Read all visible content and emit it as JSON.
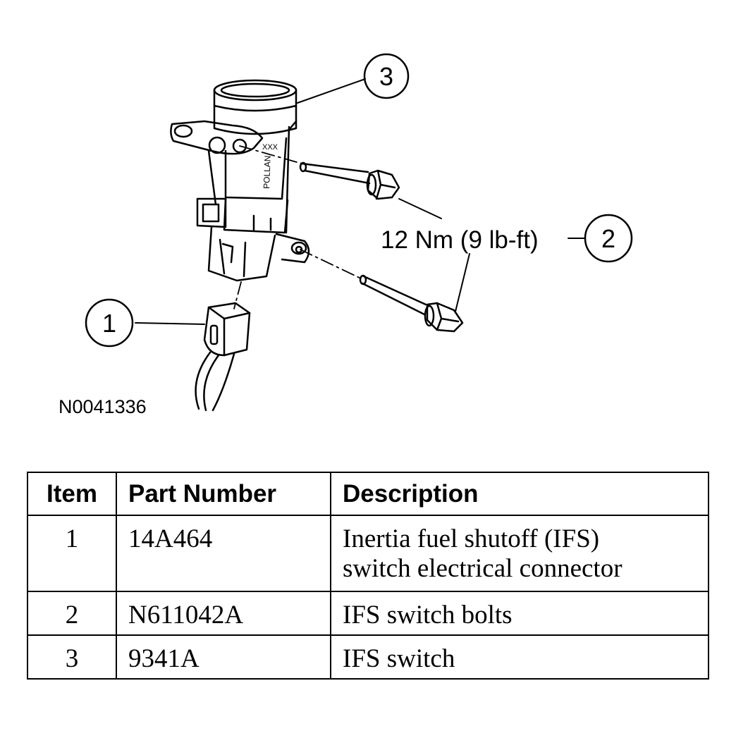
{
  "figure": {
    "callouts": {
      "one": "1",
      "two": "2",
      "three": "3"
    },
    "torque_label": "12 Nm (9 lb-ft)",
    "figure_id": "N0041336",
    "part_marking_1": "XXX",
    "part_marking_2": "POLLAN"
  },
  "table": {
    "headers": {
      "item": "Item",
      "part_number": "Part Number",
      "description": "Description"
    },
    "rows": [
      {
        "item": "1",
        "part_number": "14A464",
        "description_line1": "Inertia fuel shutoff (IFS)",
        "description_line2": "switch electrical connector"
      },
      {
        "item": "2",
        "part_number": "N611042A",
        "description_line1": "IFS switch bolts",
        "description_line2": ""
      },
      {
        "item": "3",
        "part_number": "9341A",
        "description_line1": "IFS switch",
        "description_line2": ""
      }
    ]
  }
}
